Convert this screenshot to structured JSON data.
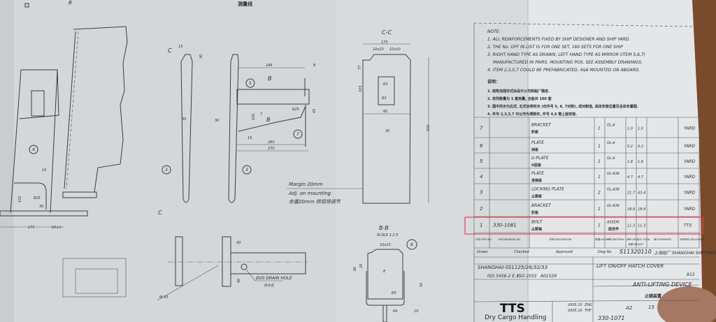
{
  "drawing": {
    "header_label": "测量线",
    "top_marker": "B",
    "section_c_marker": "C",
    "side_view": {
      "d_15": "15",
      "d_30": "30",
      "d_thk": "30",
      "balloon": "3"
    },
    "bracket_view": {
      "d_244": "244",
      "d_8": "8",
      "section_b": "B",
      "balloon_5": "5",
      "r25": "R25",
      "d_45": "45",
      "d_100": "100",
      "d_7": "7",
      "section_b2": "B",
      "d_thk": "30",
      "d_15": "15",
      "d_260": "260",
      "d_270": "270",
      "balloon_7": "7",
      "balloon_3": "3"
    },
    "section_cc": {
      "title": "C-C",
      "d_175": "175",
      "chamfer_l": "10x10",
      "chamfer_r": "10x10",
      "d_77": "77",
      "d_105": "105",
      "r3a": "R3",
      "r3b": "R3",
      "d_60": "60",
      "thk": "30",
      "d_550": "550"
    },
    "margin_note": {
      "line1": "Margin 20mm",
      "line2": "Adj. on mounting",
      "line3": "余量20mm  供现场调节"
    },
    "drain": {
      "d_50": "50",
      "d_40": "40",
      "label": "Ø20 DRAIN HOLE",
      "label_cn": "流水孔",
      "ref": "M 33"
    },
    "section_bb": {
      "title": "B-B",
      "scale": "SCALE 1:2.5",
      "chamfer": "10x10",
      "balloon": "6",
      "thk": "8",
      "d_35": "35",
      "d_60": "60",
      "d_55": "55",
      "r5": "R5",
      "d_64": "64",
      "d_10": "10"
    },
    "assembly": {
      "balloon": "4",
      "d_10": "10",
      "d_102": "102",
      "r25": "R25",
      "d_30": "30",
      "d_175": "175",
      "d_65": "65±1"
    }
  },
  "notes": {
    "title": "NOTE:",
    "en": [
      "1. ALL REINFORCEMENTS FIXED BY SHIP DESIGNER AND SHIP YARD.",
      "2. THE No. OFF IN LIST IS FOR ONE SET, 160 SETS FOR ONE SHIP",
      "3. RIGHT HAND TYPE AS DRAWN, LEFT HAND TYPE AS MIRROR (ITEM 5,6,7)",
      "MANUFACTURED IN PAIRS. MOUNTING POS. SEE ASSEMBLY DRAWINGS.",
      "4. ITEM 2,3,5,7 COULD BE PREFABRICATED, 4&6 MOUNTED ON ABOARD."
    ],
    "cn_title": "说明：",
    "cn": [
      "1. 结构加强形式由设计公司和船厂确定.",
      "2. 表列数量为 1 套用量, 全船共 160 套",
      "3. 图中所示为右式, 左式对称所示 (仅件号 5, 6, 7对称), 成对制造, 具体安装位置见总体布置图.",
      "4. 件号 2,3,5,7 可以作为预制件, 件号 4,6 需上船安装."
    ]
  },
  "parts_list": {
    "rows": [
      {
        "item": "7",
        "drawing_no": "",
        "name": "BRACKET",
        "name_cn": "肘板",
        "qty": "1",
        "material": "GL-A",
        "unit": "1.0",
        "total": "1.0",
        "remarks": "",
        "delivery": "YARD"
      },
      {
        "item": "6",
        "drawing_no": "",
        "name": "PLATE",
        "name_cn": "挡板",
        "qty": "1",
        "material": "GL-A",
        "unit": "0.2",
        "total": "0.2",
        "remarks": "",
        "delivery": "YARD"
      },
      {
        "item": "5",
        "drawing_no": "",
        "name": "U-PLATE",
        "name_cn": "U型板",
        "qty": "1",
        "material": "GL-A",
        "unit": "1.8",
        "total": "1.8",
        "remarks": "",
        "delivery": "YARD"
      },
      {
        "item": "4",
        "drawing_no": "",
        "name": "PLATE",
        "name_cn": "连接板",
        "qty": "1",
        "material": "GL-A36",
        "unit": "4.7",
        "total": "4.7",
        "remarks": "",
        "delivery": "YARD"
      },
      {
        "item": "3",
        "drawing_no": "",
        "name": "LOCKING PLATE",
        "name_cn": "止跳板",
        "qty": "2",
        "material": "GL-A36",
        "unit": "21.7",
        "total": "43.4",
        "remarks": "",
        "delivery": "YARD"
      },
      {
        "item": "2",
        "drawing_no": "",
        "name": "BRACKET",
        "name_cn": "肘板",
        "qty": "1",
        "material": "GL-A36",
        "unit": "18.9",
        "total": "18.9",
        "remarks": "",
        "delivery": "YARD"
      },
      {
        "item": "1",
        "drawing_no": "330-1081",
        "name": "BOLT",
        "name_cn": "止跳轴",
        "qty": "1",
        "material": "ASSEM.",
        "material_cn": "组合件",
        "unit": "11.3",
        "total": "11.3",
        "remarks": "",
        "delivery": "TTS"
      }
    ],
    "header": {
      "item": "序号 ITEM NO",
      "drawing_no": "代号 DRAWING NO.",
      "name": "名称 DESIGNATION",
      "qty": "数量 NO OFF",
      "material": "材料 MATERIAL",
      "unit": "单件 UNIT",
      "total": "总计 TOTAL",
      "weight": "重量 WEIGHT",
      "remarks": "备注 REMARKS",
      "delivery": "供货单位 DELIVERED"
    },
    "highlight_color": "#e0434f"
  },
  "title_block": {
    "drawn": "Drawn",
    "checked": "Checked",
    "approved": "Approved",
    "dwg_no_label": "Dwg No",
    "dwg_no": "S11320110",
    "yard": "上海船厂 SHANGHAI SHIPYARD",
    "ship": "SHANGHAI-SS1125/26/32/33",
    "product": "LIFT ON/OFF HATCH COVER",
    "iso1": "ISO 5456-2 E.1",
    "iso2": "ISO 2553",
    "general_tol": "A01529",
    "order_no": "813",
    "designation": "ANTI-LIFTING DEVICE",
    "designation_cn": "止跳装置",
    "drawn_date": "2005.10",
    "drawn_by": "ZHG",
    "checked_date": "2005.10",
    "checked_by": "THF",
    "size": "A2",
    "scale": "15",
    "drawing_no": "330-1071",
    "logo": "TTS",
    "division": "Dry Cargo Handling"
  }
}
